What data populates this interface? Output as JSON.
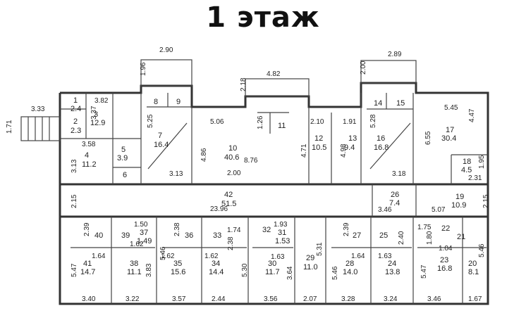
{
  "title": "1 этаж",
  "rooms": [
    {
      "id": "1",
      "area": "2.4"
    },
    {
      "id": "2",
      "area": "2.3"
    },
    {
      "id": "3",
      "area": "12.9"
    },
    {
      "id": "4",
      "area": "11.2"
    },
    {
      "id": "5",
      "area": "3.9"
    },
    {
      "id": "6",
      "area": ""
    },
    {
      "id": "7",
      "area": "16.4"
    },
    {
      "id": "8",
      "area": ""
    },
    {
      "id": "9",
      "area": ""
    },
    {
      "id": "10",
      "area": "40.6"
    },
    {
      "id": "11",
      "area": ""
    },
    {
      "id": "12",
      "area": "10.5"
    },
    {
      "id": "13",
      "area": "9.4"
    },
    {
      "id": "14",
      "area": ""
    },
    {
      "id": "15",
      "area": ""
    },
    {
      "id": "16",
      "area": "16.8"
    },
    {
      "id": "17",
      "area": "30.4"
    },
    {
      "id": "18",
      "area": "4.5"
    },
    {
      "id": "19",
      "area": "10.9"
    },
    {
      "id": "20",
      "area": "8.1"
    },
    {
      "id": "21",
      "area": ""
    },
    {
      "id": "22",
      "area": ""
    },
    {
      "id": "23",
      "area": "16.8"
    },
    {
      "id": "24",
      "area": "13.8"
    },
    {
      "id": "25",
      "area": ""
    },
    {
      "id": "26",
      "area": "7.4"
    },
    {
      "id": "27",
      "area": ""
    },
    {
      "id": "28",
      "area": "14.0"
    },
    {
      "id": "29",
      "area": "11.0"
    },
    {
      "id": "30",
      "area": "11.7"
    },
    {
      "id": "31",
      "area": "1.53"
    },
    {
      "id": "32",
      "area": ""
    },
    {
      "id": "33",
      "area": ""
    },
    {
      "id": "34",
      "area": "14.4"
    },
    {
      "id": "35",
      "area": "15.6"
    },
    {
      "id": "36",
      "area": ""
    },
    {
      "id": "37",
      "area": "1.49"
    },
    {
      "id": "38",
      "area": "11.1"
    },
    {
      "id": "39",
      "area": ""
    },
    {
      "id": "40",
      "area": ""
    },
    {
      "id": "41",
      "area": "14.7"
    },
    {
      "id": "42",
      "area": "51.5"
    }
  ],
  "dimensions": [
    "3.33",
    "1.71",
    "2.90",
    "1.96",
    "4.82",
    "2.18",
    "2.89",
    "2.00",
    "3.82",
    "3.37",
    "3.58",
    "3.13",
    "5.25",
    "3.13",
    "5.06",
    "1.26",
    "4.86",
    "2.00",
    "8.76",
    "4.71",
    "2.10",
    "1.91",
    "4.98",
    "5.28",
    "3.18",
    "5.45",
    "4.47",
    "6.55",
    "1.95",
    "2.31",
    "2.15",
    "23.96",
    "3.46",
    "5.07",
    "2.15",
    "2.39",
    "1.50",
    "1.62",
    "1.64",
    "2.38",
    "1.74",
    "1.93",
    "1.63",
    "2.38",
    "1.62",
    "1.62",
    "5.47",
    "5.46",
    "5.30",
    "3.83",
    "3.64",
    "5.31",
    "3.40",
    "3.22",
    "3.57",
    "2.44",
    "3.56",
    "2.07",
    "2.39",
    "2.40",
    "1.63",
    "1.64",
    "5.46",
    "3.28",
    "3.24",
    "1.75",
    "1.80",
    "1.04",
    "5.47",
    "5.46",
    "3.46",
    "1.67"
  ]
}
